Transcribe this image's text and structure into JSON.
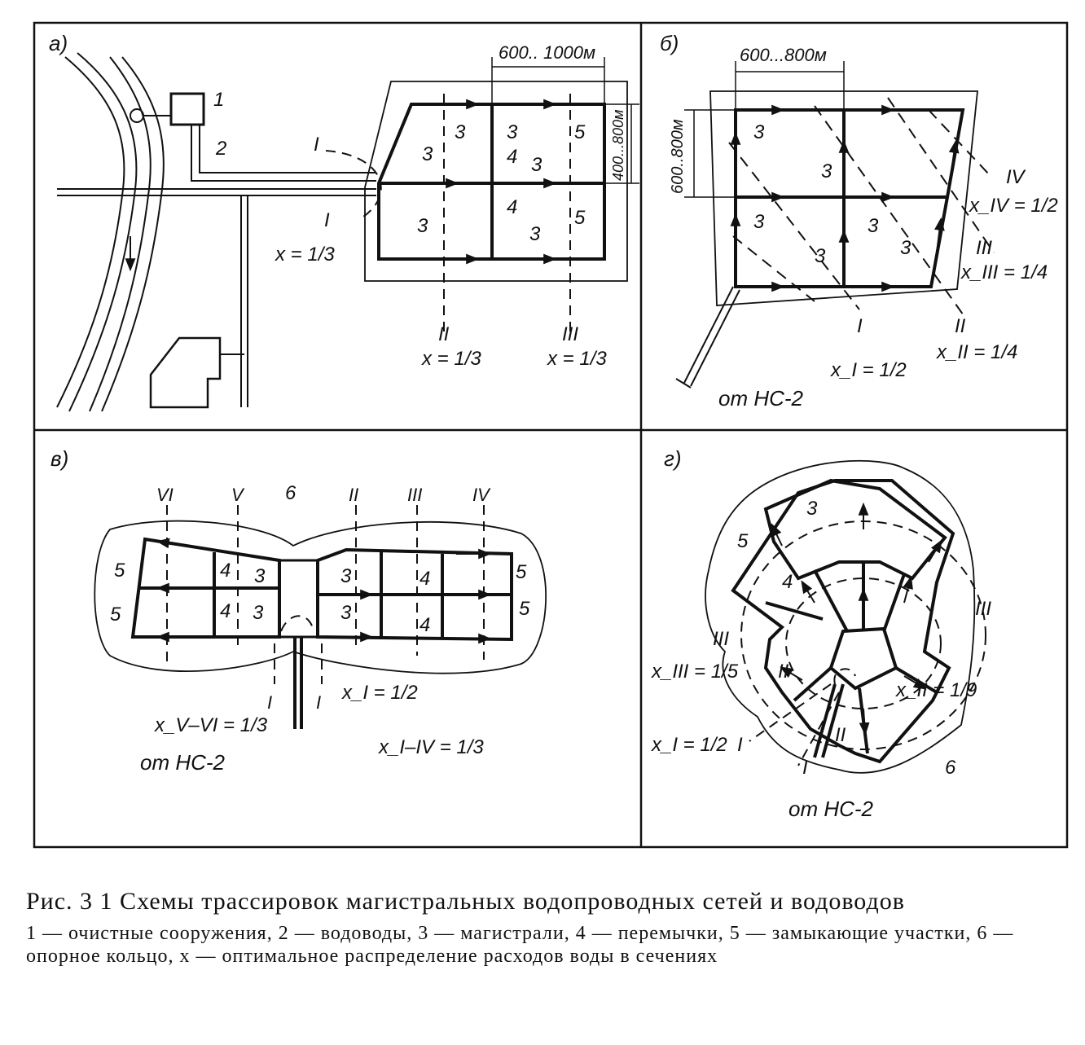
{
  "panels": {
    "a": {
      "letter": "а)",
      "dim_top": "600.. 1000м",
      "dim_side": "400...800м",
      "num1": "1",
      "num2": "2",
      "num3": "3",
      "num4": "4",
      "num5": "5",
      "sec1": "I",
      "sec2": "II",
      "sec3": "III",
      "x1": "x = 1/3",
      "x2": "x = 1/3",
      "x3": "x = 1/3"
    },
    "b": {
      "letter": "б)",
      "dim_top": "600...800м",
      "dim_side": "600..800м",
      "num3": "3",
      "sec1": "I",
      "sec2": "II",
      "sec3": "III",
      "sec4": "IV",
      "x1": "x_I = 1/2",
      "x2": "x_II = 1/4",
      "x3": "x_III = 1/4",
      "x4": "x_IV = 1/2",
      "source": "от НС-2"
    },
    "v": {
      "letter": "в)",
      "num3": "3",
      "num4": "4",
      "num5": "5",
      "num6": "6",
      "sec1": "I",
      "sec2": "II",
      "sec3": "III",
      "sec4": "IV",
      "sec5": "V",
      "sec6": "VI",
      "x1": "x_I = 1/2",
      "x2": "x_V–VI = 1/3",
      "x3": "x_I–IV = 1/3",
      "source": "от НС-2"
    },
    "g": {
      "letter": "г)",
      "num3": "3",
      "num4": "4",
      "num5": "5",
      "num6": "6",
      "sec1": "I",
      "sec2": "II",
      "sec3": "III",
      "x1": "x_I = 1/2",
      "x2": "x_II = 1/9",
      "x3": "x_III = 1/5",
      "source": "от НС-2"
    }
  },
  "caption": {
    "title": "Рис. 3 1  Схемы трассировок магистральных водопроводных сетей и водоводов",
    "legend": "1 — очистные сооружения, 2 — водоводы, 3 — магистрали, 4 — перемычки, 5 — замыкающие участки, 6 — опорное кольцо, x — оптимальное распределение расходов воды в сечениях"
  }
}
